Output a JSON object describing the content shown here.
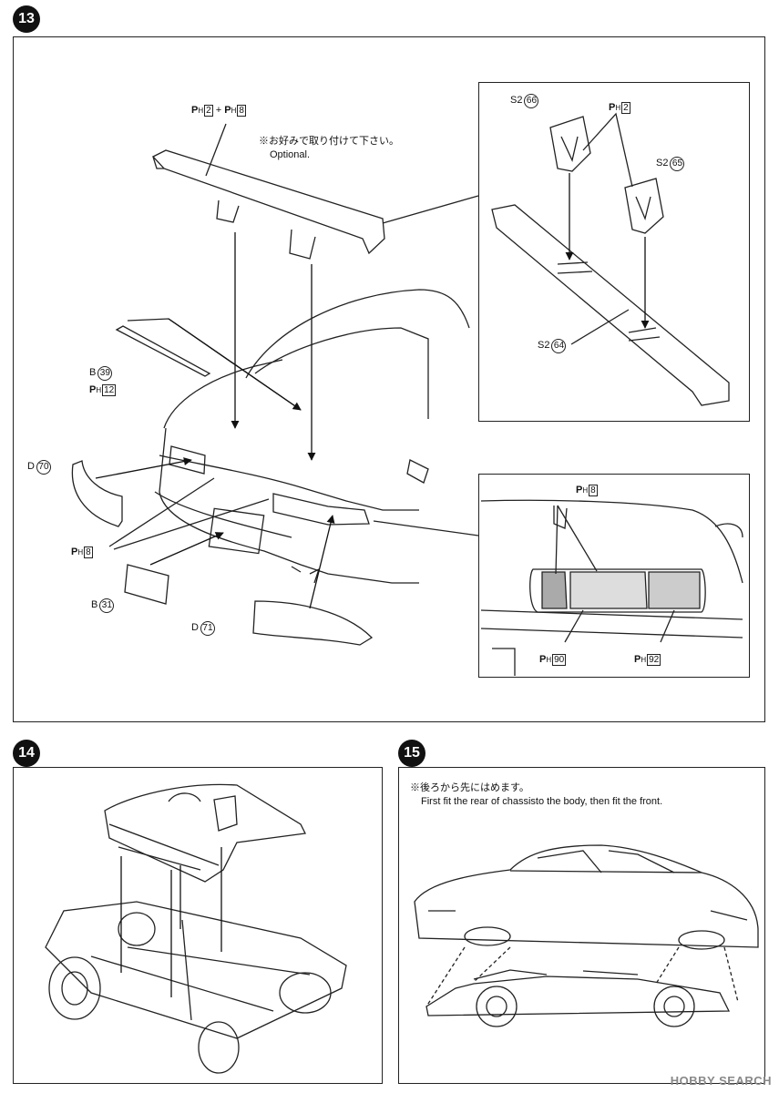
{
  "steps": {
    "s13": "13",
    "s14": "14",
    "s15": "15"
  },
  "step13": {
    "optional_jp": "※お好みで取り付けて下さい。",
    "optional_en": "Optional.",
    "wing_ph_a": "P",
    "wing_ph_a_sub": "H",
    "wing_ph_a_num": "2",
    "wing_plus": "+",
    "wing_ph_b_num": "8",
    "b39_letter": "B",
    "b39_num": "39",
    "ph12_num": "12",
    "d70_letter": "D",
    "d70_num": "70",
    "ph8_num": "8",
    "b31_letter": "B",
    "b31_num": "31",
    "d71_letter": "D",
    "d71_num": "71",
    "detail1": {
      "s2_66_prefix": "S2",
      "s2_66_num": "66",
      "ph2_num": "2",
      "s2_65_prefix": "S2",
      "s2_65_num": "65",
      "s2_64_prefix": "S2",
      "s2_64_num": "64"
    },
    "detail2": {
      "ph8_num": "8",
      "ph90_num": "90",
      "ph92_num": "92"
    }
  },
  "step15": {
    "note_jp": "※後ろから先にはめます。",
    "note_en": "First fit the rear of chassisto the body, then fit the front."
  },
  "watermark": "HOBBY SEARCH"
}
